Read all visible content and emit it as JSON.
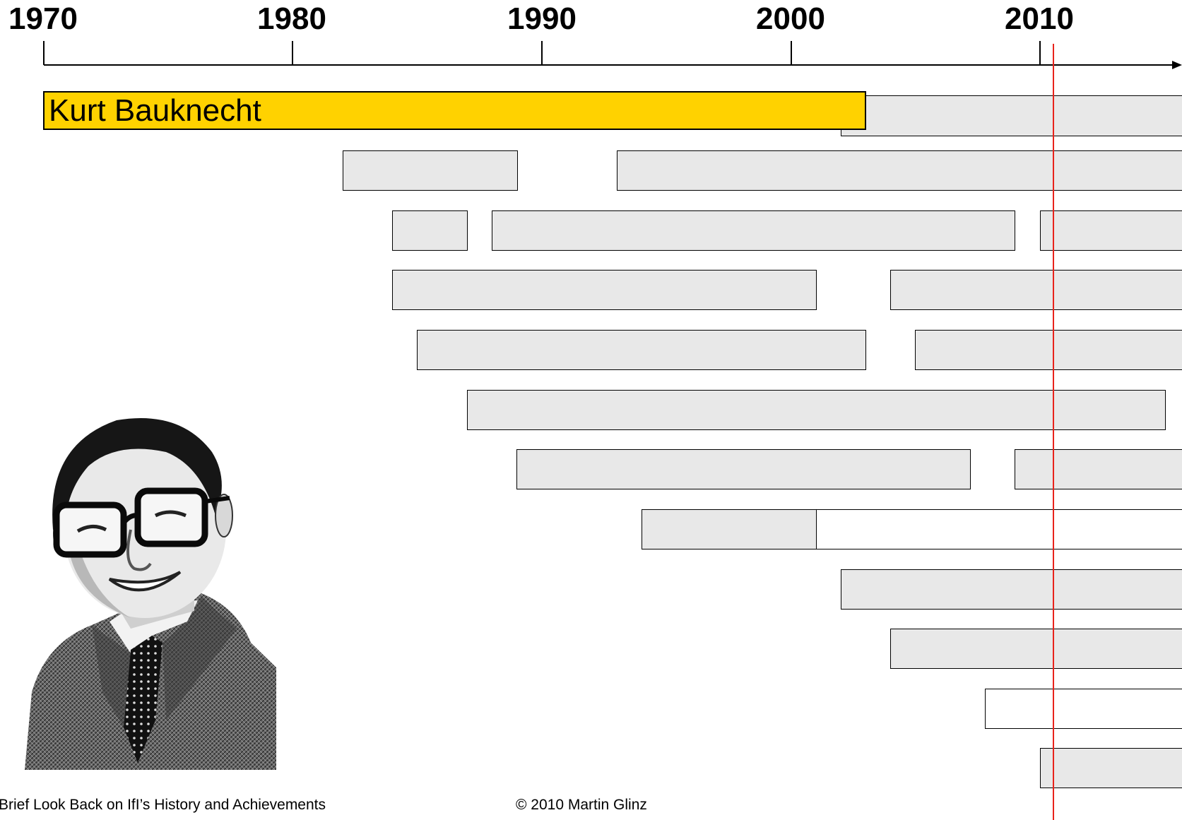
{
  "timeline": {
    "years": [
      "1970",
      "1980",
      "1990",
      "2000",
      "2010"
    ],
    "start_year": 1970,
    "current_year": 2010.5,
    "marker_color": "#e8231b",
    "highlight_color": "#ffd200",
    "bar_fill": "#e8e8e8"
  },
  "chart_data": {
    "type": "gantt",
    "x_unit": "year",
    "xlim": [
      1970,
      2016
    ],
    "tick_labels": [
      "1970",
      "1980",
      "1990",
      "2000",
      "2010"
    ],
    "current_marker": 2010.5,
    "highlighted_bar": {
      "label": "Kurt Bauknecht",
      "start": 1970,
      "end": 2003
    }
  },
  "person": {
    "name": "Kurt Bauknecht",
    "photo_icon": "portrait-photo"
  },
  "footer": {
    "left": "Brief Look Back on IfI’s History and Achievements",
    "right": "© 2010 Martin Glinz"
  }
}
